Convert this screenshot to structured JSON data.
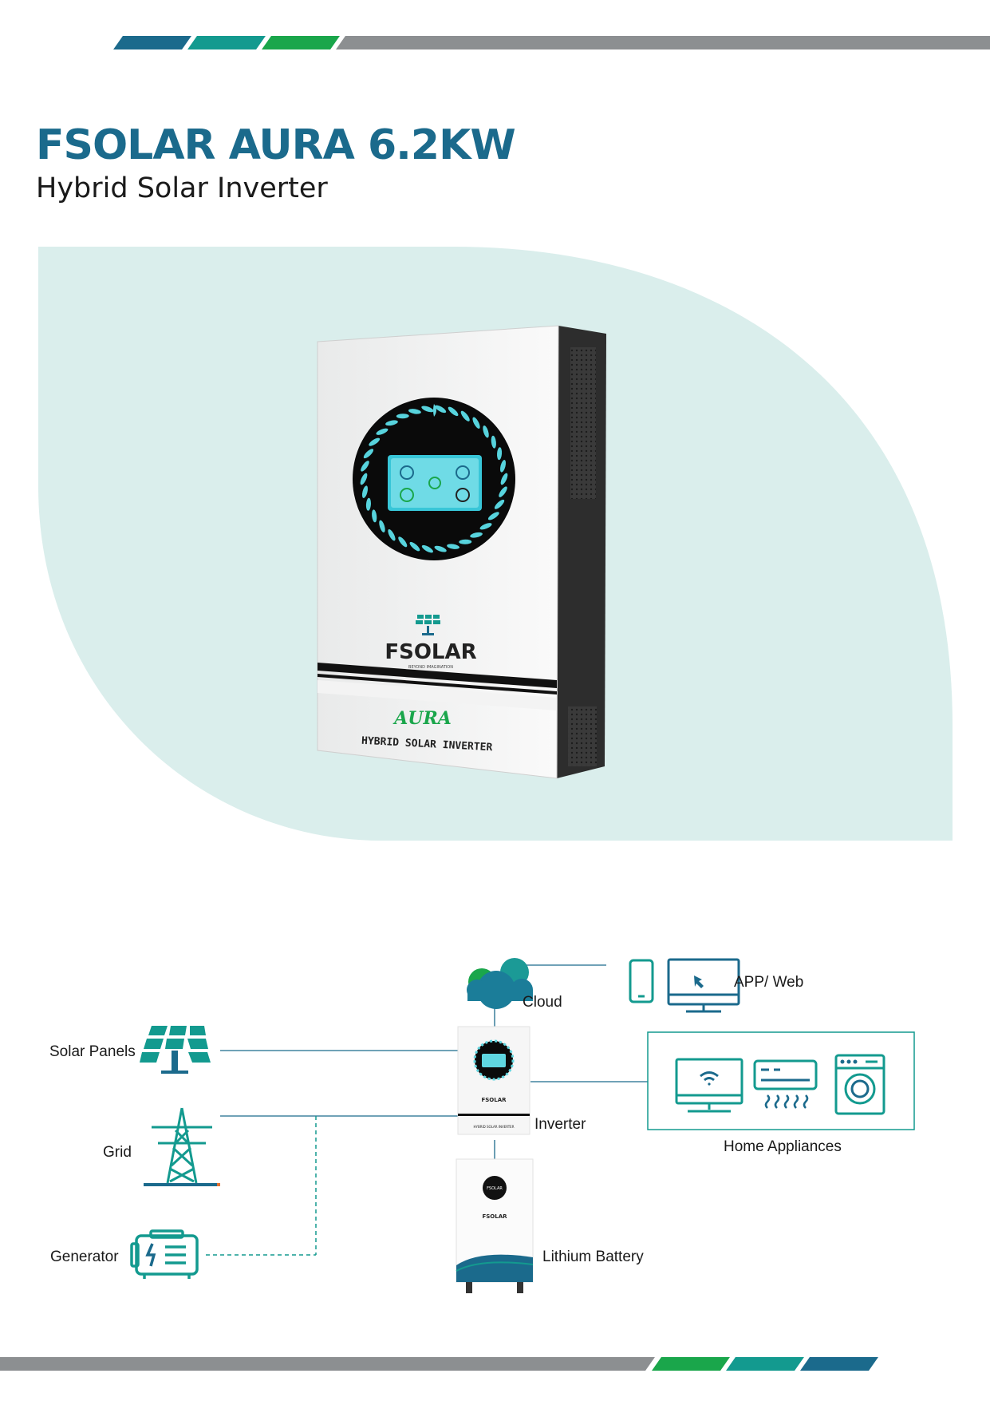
{
  "header": {
    "title": "FSOLAR AURA 6.2KW",
    "subtitle": "Hybrid Solar Inverter"
  },
  "colors": {
    "brand_blue": "#1b6a8c",
    "teal": "#139a8f",
    "green": "#1aa64b",
    "gray": "#8c8f91",
    "hero_bg": "#daeeec"
  },
  "product": {
    "logo_text": "FSOLAR",
    "logo_tagline": "BEYOND IMAGINATION",
    "series_name": "AURA",
    "device_label": "HYBRID SOLAR INVERTER"
  },
  "diagram": {
    "solar_panels": "Solar Panels",
    "grid": "Grid",
    "generator": "Generator",
    "cloud": "Cloud",
    "app_web": "APP/ Web",
    "inverter": "Inverter",
    "home_appliances": "Home Appliances",
    "lithium_battery": "Lithium Battery",
    "mini_inverter_brand": "FSOLAR",
    "mini_inverter_label": "HYBRID SOLAR INVERTER",
    "battery_brand": "FSOLAR"
  },
  "icons": [
    "cloud-icon",
    "phone-icon",
    "monitor-icon",
    "solar-panel-icon",
    "pylon-icon",
    "generator-icon",
    "tv-icon",
    "air-conditioner-icon",
    "washing-machine-icon"
  ]
}
